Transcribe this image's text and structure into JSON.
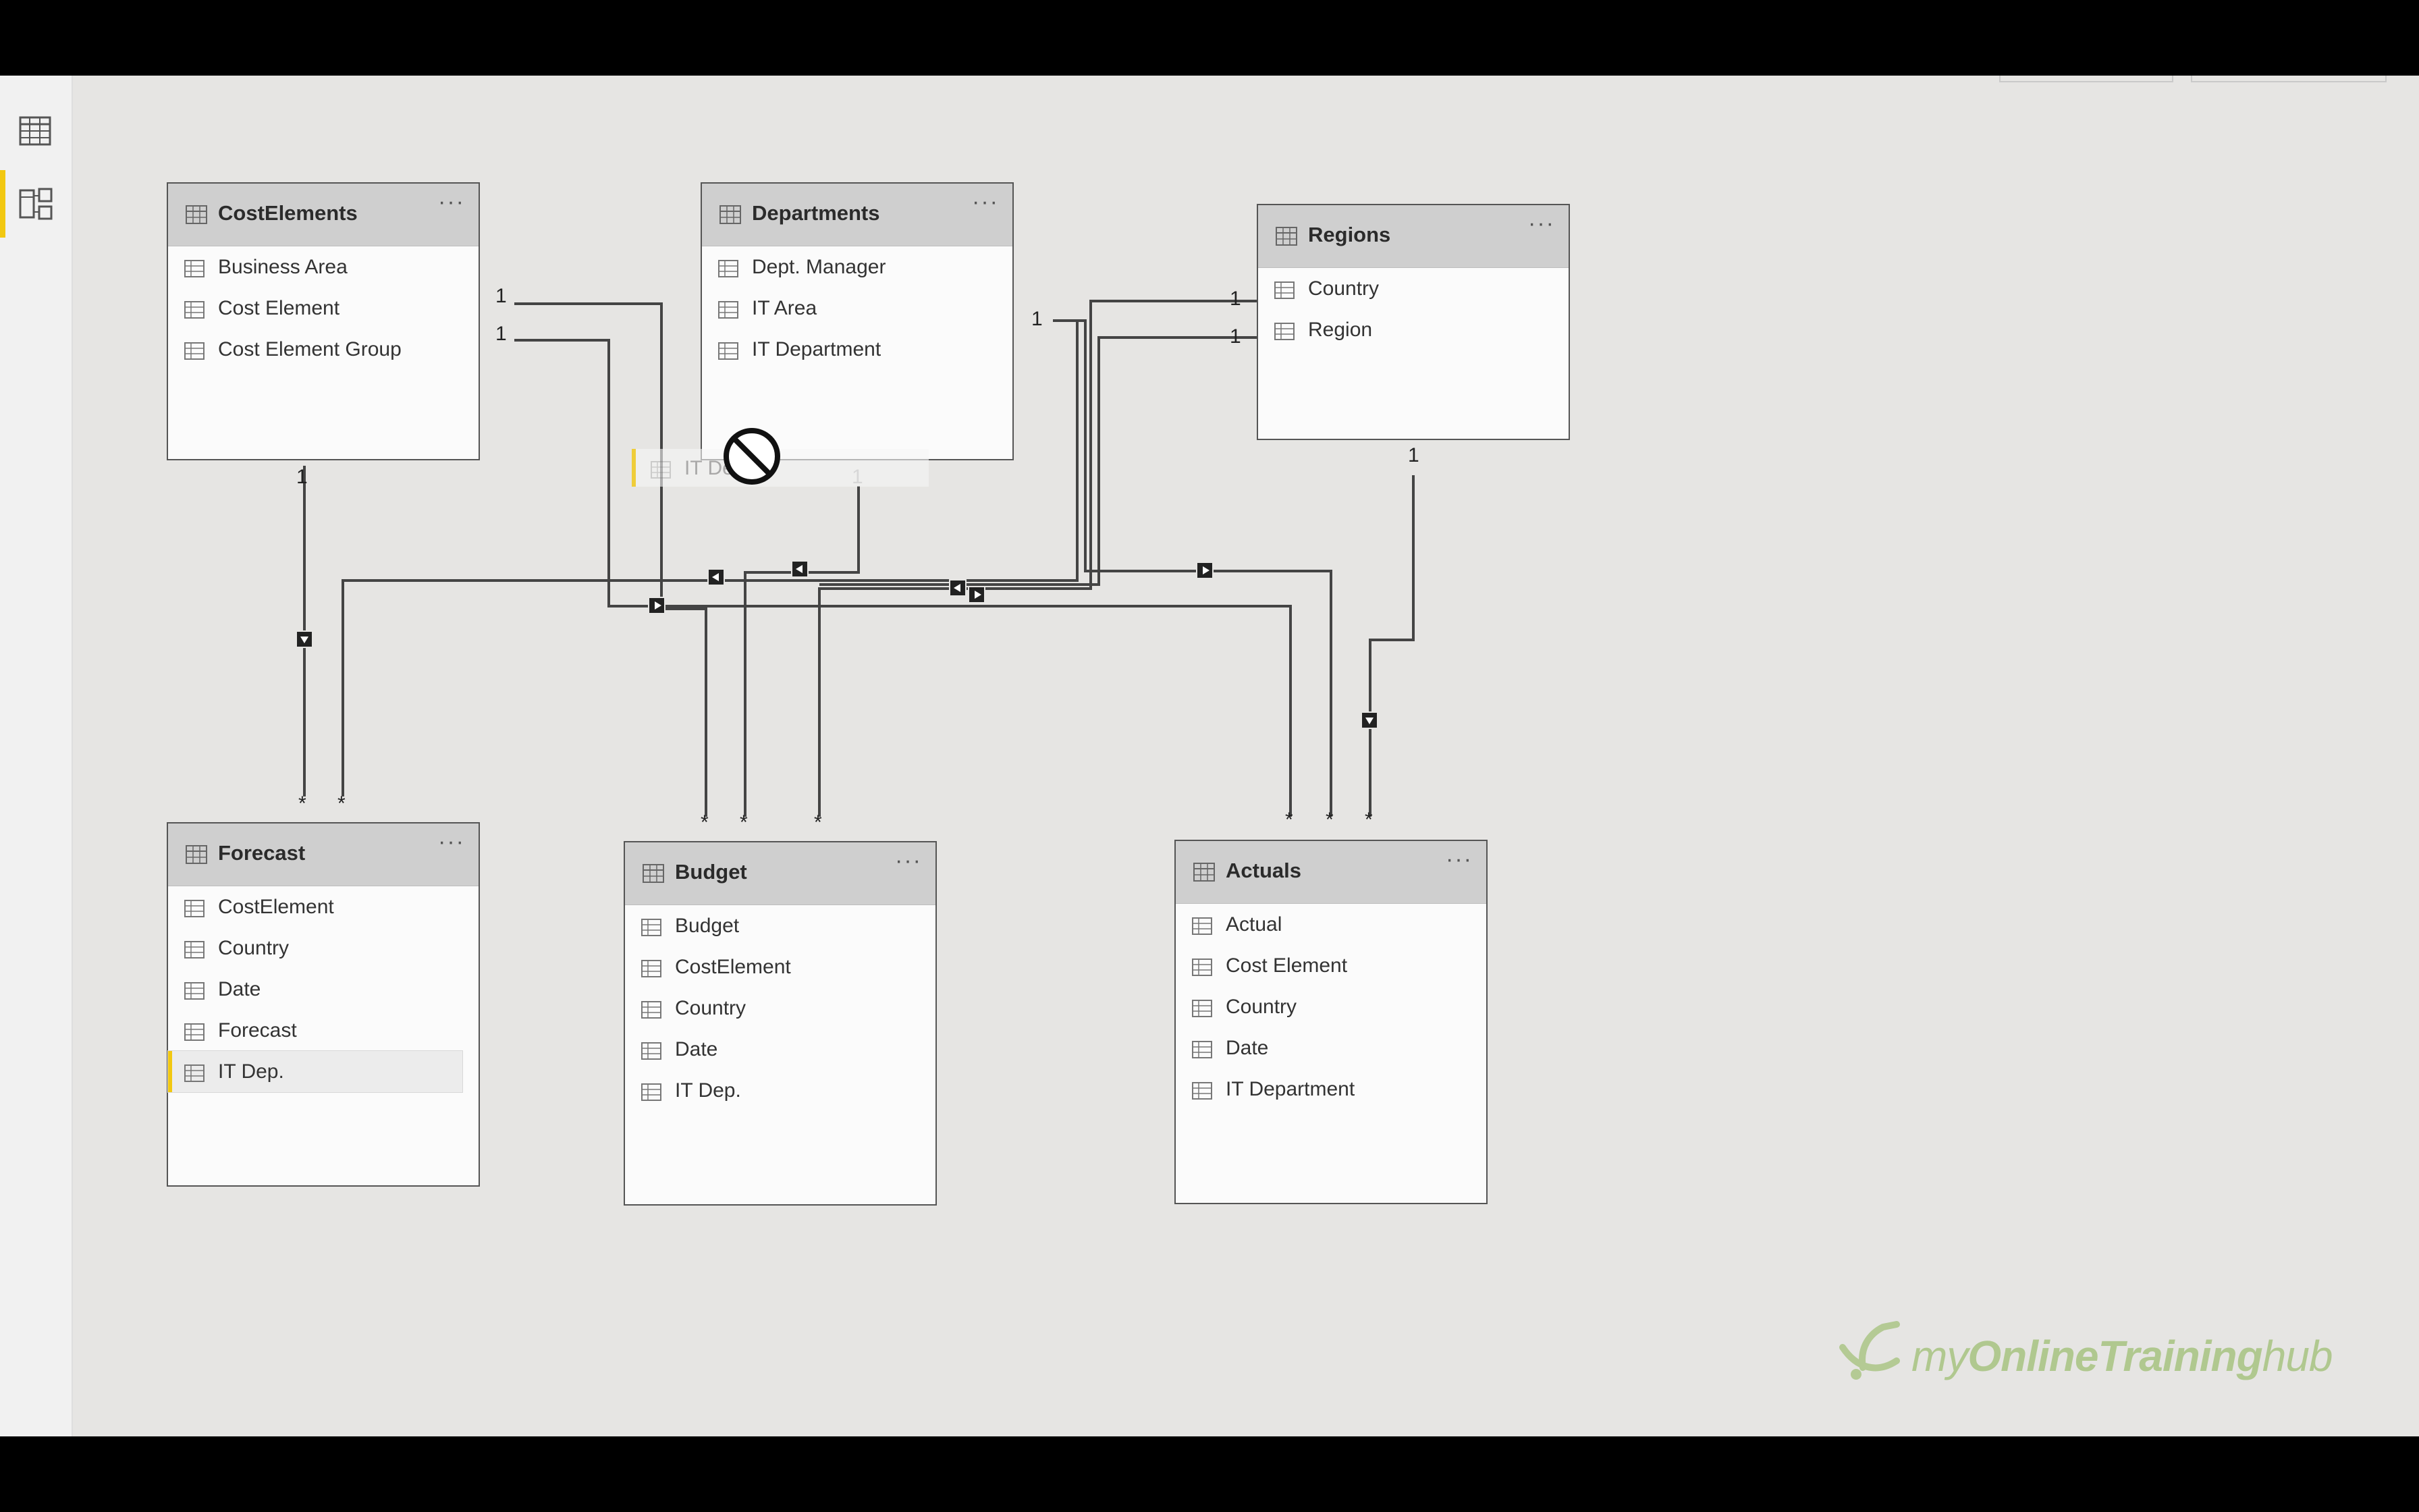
{
  "nav": {
    "items": [
      {
        "name": "data-view",
        "icon": "table-grid-icon",
        "active": false
      },
      {
        "name": "model-view",
        "icon": "model-diagram-icon",
        "active": true
      }
    ]
  },
  "tables": {
    "costelements": {
      "title": "CostElements",
      "menu": "···",
      "fields": [
        "Business Area",
        "Cost Element",
        "Cost Element Group"
      ]
    },
    "departments": {
      "title": "Departments",
      "menu": "···",
      "fields": [
        "Dept. Manager",
        "IT Area",
        "IT Department"
      ]
    },
    "regions": {
      "title": "Regions",
      "menu": "···",
      "fields": [
        "Country",
        "Region"
      ]
    },
    "forecast": {
      "title": "Forecast",
      "menu": "···",
      "fields": [
        "CostElement",
        "Country",
        "Date",
        "Forecast",
        "IT Dep."
      ],
      "selected_field": "IT Dep."
    },
    "budget": {
      "title": "Budget",
      "menu": "···",
      "fields": [
        "Budget",
        "CostElement",
        "Country",
        "Date",
        "IT Dep."
      ]
    },
    "actuals": {
      "title": "Actuals",
      "menu": "···",
      "fields": [
        "Actual",
        "Cost Element",
        "Country",
        "Date",
        "IT Department"
      ]
    }
  },
  "relationships": {
    "one": "1",
    "many": "*"
  },
  "drag": {
    "ghost_label": "IT De",
    "cursor": "no-drop-icon"
  },
  "watermark": {
    "part1": "my",
    "part2": "OnlineTraining",
    "part3": "hub"
  },
  "colors": {
    "accent": "#f2c811",
    "canvas": "#e6e5e3",
    "header": "#cfcfcf",
    "watermark": "#9fbf74"
  }
}
